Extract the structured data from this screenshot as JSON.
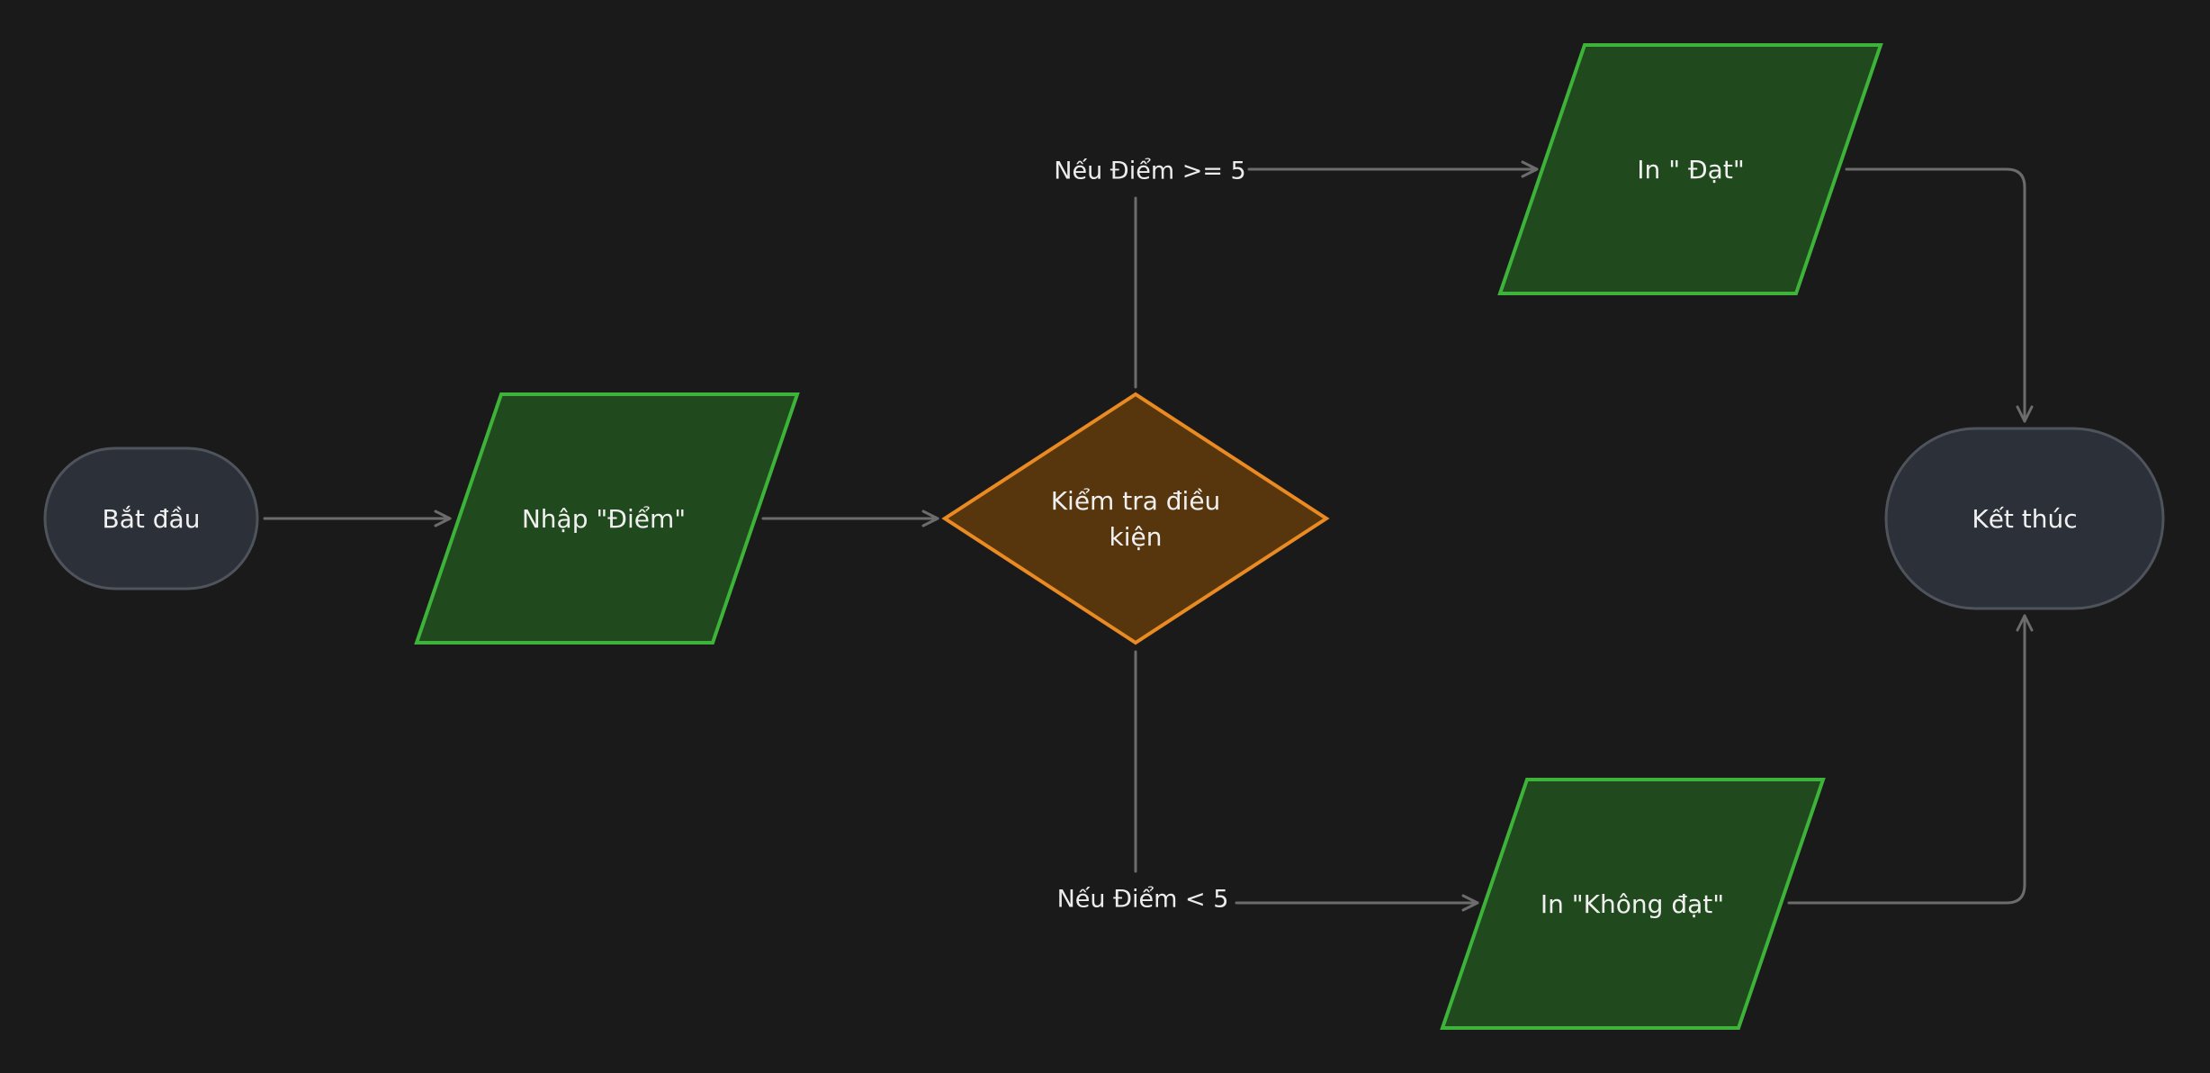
{
  "colors": {
    "background": "#1a1a1a",
    "terminal_fill": "#2c3038",
    "terminal_stroke": "#4f545c",
    "io_fill": "#204a1d",
    "io_stroke": "#3db33a",
    "decision_fill": "#57360d",
    "decision_stroke": "#ea8a22",
    "edge": "#6c6c6c"
  },
  "nodes": {
    "start": {
      "label": "Bắt đầu"
    },
    "input": {
      "label": "Nhập \"Điểm\""
    },
    "decision": {
      "label_line1": "Kiểm tra điều",
      "label_line2": "kiện"
    },
    "pass": {
      "label": "In \" Đạt\""
    },
    "fail": {
      "label": "In \"Không đạt\""
    },
    "end": {
      "label": "Kết thúc"
    }
  },
  "edges": {
    "pass_condition": "Nếu Điểm >= 5",
    "fail_condition": "Nếu Điểm < 5"
  }
}
